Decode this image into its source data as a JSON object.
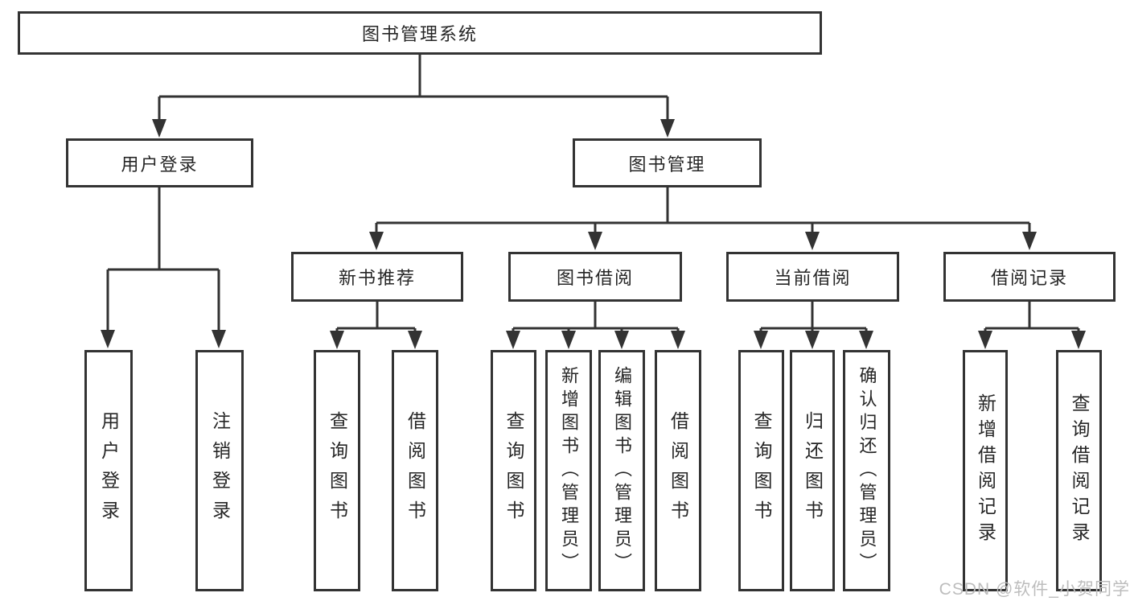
{
  "diagram": {
    "watermark": "CSDN @软件_小贺同学",
    "colors": {
      "line": "#333333",
      "text": "#262626",
      "watermark": "#bdbdbd",
      "background": "#ffffff"
    },
    "tree": {
      "root": {
        "label": "图书管理系统"
      },
      "branches": [
        {
          "label": "用户登录",
          "children": [
            {
              "label": "用户登录"
            },
            {
              "label": "注销登录"
            }
          ]
        },
        {
          "label": "图书管理",
          "children": [
            {
              "label": "新书推荐",
              "children": [
                {
                  "label": "查询图书"
                },
                {
                  "label": "借阅图书"
                }
              ]
            },
            {
              "label": "图书借阅",
              "children": [
                {
                  "label": "查询图书"
                },
                {
                  "label": "新增图书（管理员）"
                },
                {
                  "label": "编辑图书（管理员）"
                },
                {
                  "label": "借阅图书"
                }
              ]
            },
            {
              "label": "当前借阅",
              "children": [
                {
                  "label": "查询图书"
                },
                {
                  "label": "归还图书"
                },
                {
                  "label": "确认归还（管理员）"
                }
              ]
            },
            {
              "label": "借阅记录",
              "children": [
                {
                  "label": "新增借阅记录"
                },
                {
                  "label": "查询借阅记录"
                }
              ]
            }
          ]
        }
      ]
    }
  }
}
